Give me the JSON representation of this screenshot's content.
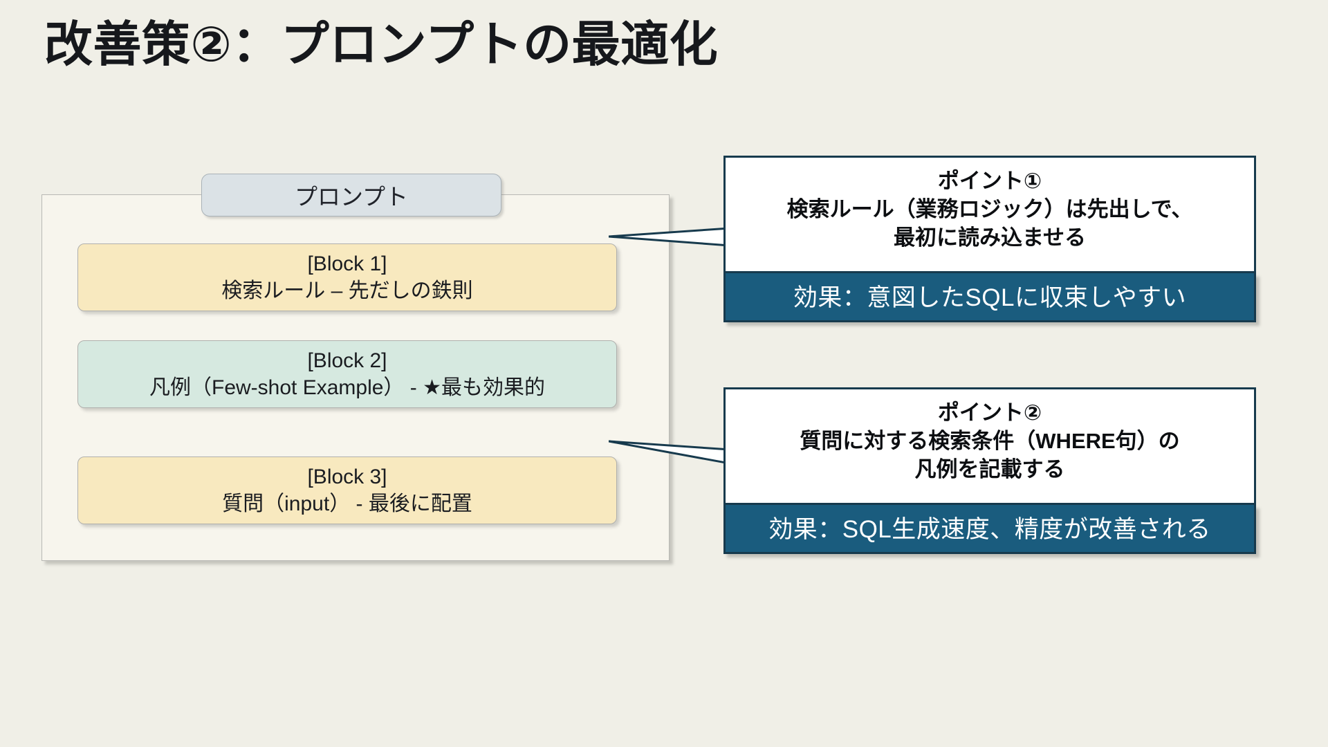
{
  "slide": {
    "title": "改善策②：プロンプトの最適化",
    "background_color": "#f0efe7",
    "title_color": "#16181c"
  },
  "prompt_diagram": {
    "label": "プロンプト",
    "label_color": "#dbe2e6",
    "container_color": "#f7f5ed",
    "blocks": [
      {
        "title": "[Block 1]",
        "description": "検索ルール – 先だしの鉄則",
        "color": "#f8e9bf"
      },
      {
        "title": "[Block 2]",
        "description": "凡例（Few-shot Example） - ★最も効果的",
        "color": "#d6e9e0"
      },
      {
        "title": "[Block 3]",
        "description": "質問（input） - 最後に配置",
        "color": "#f8e9bf"
      }
    ]
  },
  "callouts": [
    {
      "heading": "ポイント①",
      "line1": "検索ルール（業務ロジック）は先出しで、",
      "line2": "最初に読み込ませる",
      "effect": "効果：意図したSQLに収束しやすい",
      "effect_color": "#1a5c7e",
      "border_color": "#173a4d"
    },
    {
      "heading": "ポイント②",
      "line1": "質問に対する検索条件（WHERE句）の",
      "line2": "凡例を記載する",
      "effect": "効果：SQL生成速度、精度が改善される",
      "effect_color": "#1a5c7e",
      "border_color": "#173a4d"
    }
  ]
}
